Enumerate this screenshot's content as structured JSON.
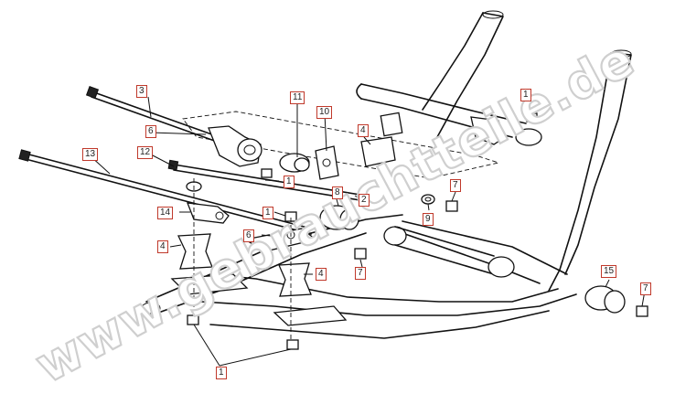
{
  "watermark": "www.gebrauchtteile.de",
  "callouts": [
    {
      "id": "callout-1-top-right",
      "num": "1"
    },
    {
      "id": "callout-1-nut-mid",
      "num": "1"
    },
    {
      "id": "callout-1-nut-left",
      "num": "1"
    },
    {
      "id": "callout-1-bottom",
      "num": "1"
    },
    {
      "id": "callout-2",
      "num": "2"
    },
    {
      "id": "callout-3",
      "num": "3"
    },
    {
      "id": "callout-4-upper",
      "num": "4"
    },
    {
      "id": "callout-4-left",
      "num": "4"
    },
    {
      "id": "callout-4-lower",
      "num": "4"
    },
    {
      "id": "callout-6-upper",
      "num": "6"
    },
    {
      "id": "callout-6-lower",
      "num": "6"
    },
    {
      "id": "callout-7-mid",
      "num": "7"
    },
    {
      "id": "callout-7-lower",
      "num": "7"
    },
    {
      "id": "callout-7-right",
      "num": "7"
    },
    {
      "id": "callout-8",
      "num": "8"
    },
    {
      "id": "callout-9",
      "num": "9"
    },
    {
      "id": "callout-10",
      "num": "10"
    },
    {
      "id": "callout-11",
      "num": "11"
    },
    {
      "id": "callout-12",
      "num": "12"
    },
    {
      "id": "callout-13",
      "num": "13"
    },
    {
      "id": "callout-14",
      "num": "14"
    },
    {
      "id": "callout-15",
      "num": "15"
    }
  ]
}
